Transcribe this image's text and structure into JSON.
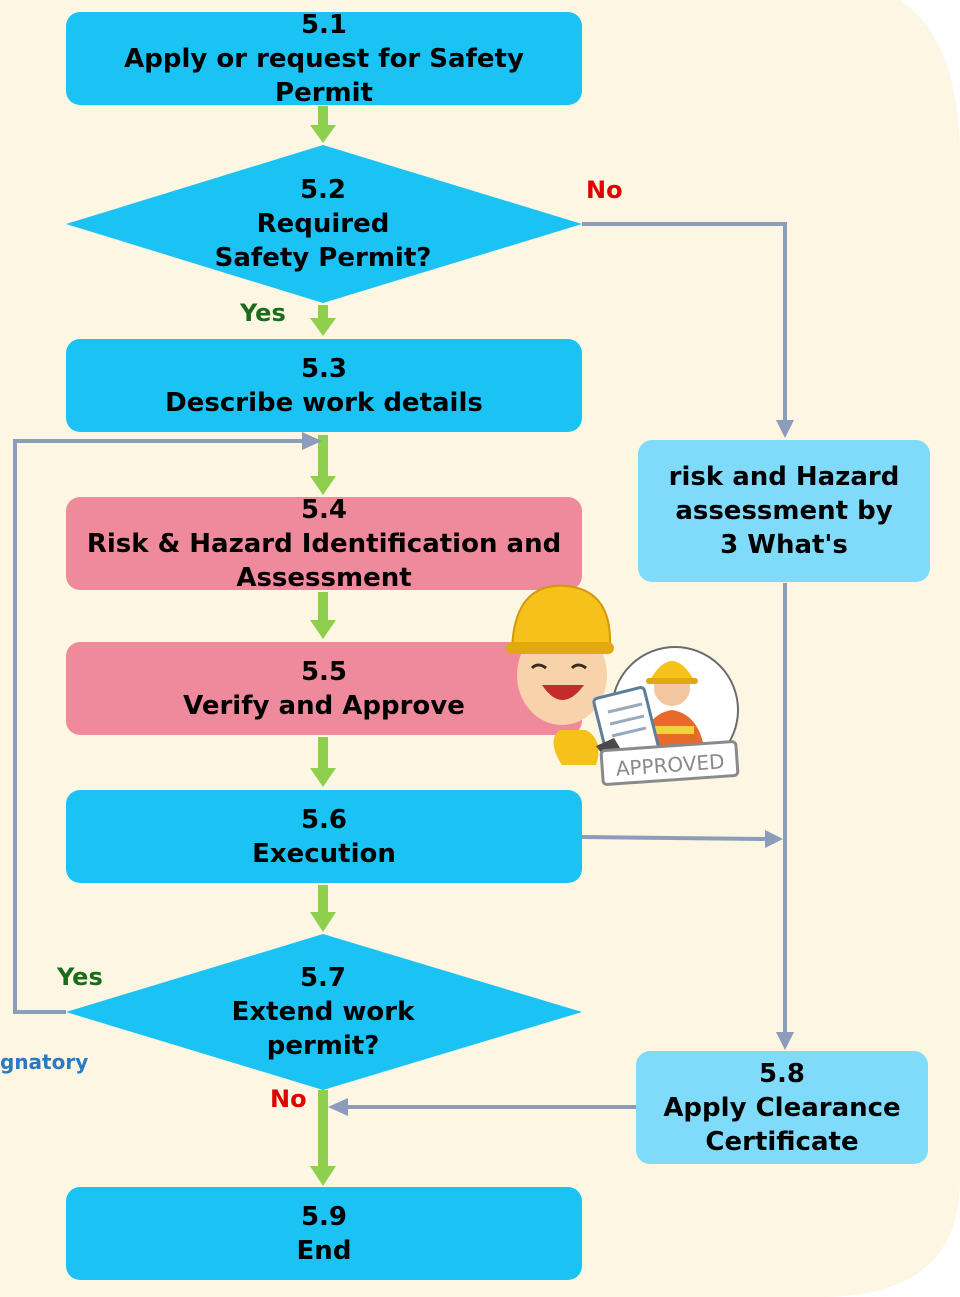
{
  "colors": {
    "background": "#fdf6e3",
    "process": "#1ac3f4",
    "process_light": "#80dbfa",
    "highlight": "#ef8a9c",
    "arrow_main": "#8fcf4e",
    "arrow_side": "#8b9dba",
    "yes": "#1a6b1a",
    "no": "#e00000",
    "signatory": "#2b79c2"
  },
  "nodes": {
    "n51": {
      "id": "5.1",
      "text": "Apply or request for Safety Permit"
    },
    "n52": {
      "id": "5.2",
      "line1": "Required",
      "line2": "Safety Permit?"
    },
    "n53": {
      "id": "5.3",
      "text": "Describe work details"
    },
    "n54": {
      "id": "5.4",
      "text": "Risk & Hazard Identification and Assessment"
    },
    "n55": {
      "id": "5.5",
      "text": "Verify and Approve"
    },
    "n56": {
      "id": "5.6",
      "text": "Execution"
    },
    "n57": {
      "id": "5.7",
      "line1": "Extend work",
      "line2": "permit?"
    },
    "n58": {
      "id": "5.8",
      "text": "Apply Clearance Certificate"
    },
    "n59": {
      "id": "5.9",
      "text": "End"
    },
    "risk": {
      "line1": "risk and Hazard",
      "line2": "assessment by",
      "line3": "3 What's"
    }
  },
  "labels": {
    "no_top": "No",
    "yes_top": "Yes",
    "yes_left": "Yes",
    "no_bottom": "No",
    "signatory": "gnatory"
  },
  "illustration": {
    "stamp": "APPROVED",
    "icons": [
      "worker-helmet-icon",
      "clipboard-icon",
      "approved-stamp-icon"
    ]
  }
}
